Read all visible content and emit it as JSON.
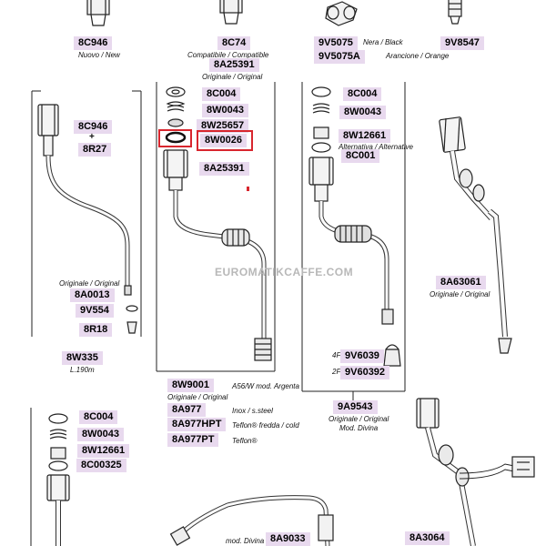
{
  "top_row": {
    "p1": {
      "code": "8C946",
      "note": "Nuovo / New"
    },
    "p2": {
      "code": "8C74",
      "note": "Compatibile / Compatible"
    },
    "p3": {
      "code": "8A25391",
      "note": "Originale / Original"
    },
    "p4": {
      "code": "9V5075",
      "note": "Nera / Black"
    },
    "p5": {
      "code": "9V5075A",
      "note": "Arancione / Orange"
    },
    "p6": {
      "code": "9V8547"
    }
  },
  "left_group": {
    "top_code": "8C946",
    "plus": "+",
    "second_code": "8R27",
    "original_note": "Originale / Original",
    "items": [
      "8A0013",
      "9V554",
      "8R18"
    ],
    "tube_code": "8W335",
    "length_note": "L.190m"
  },
  "center_group": {
    "items": [
      "8C004",
      "8W0043",
      "8W25657",
      "8W0026",
      "8A25391"
    ],
    "highlighted": "8W0026"
  },
  "center_variants": [
    {
      "code": "8W9001",
      "note": "A56/W mod. Argenta",
      "subnote": "Originale / Original"
    },
    {
      "code": "8A977",
      "note": "Inox / s.steel"
    },
    {
      "code": "8A977HPT",
      "note": "Teflon® fredda / cold"
    },
    {
      "code": "8A977PT",
      "note": "Teflon®"
    }
  ],
  "right_group": {
    "items": [
      "8C004",
      "8W0043",
      "8W12661",
      "8C001"
    ],
    "alt_note": "Alternativa / Alternative",
    "tips": [
      {
        "prefix": "4F",
        "code": "9V6039"
      },
      {
        "prefix": "2F",
        "code": "9V60392"
      }
    ],
    "tube_code": "9A9543",
    "tube_note_1": "Originale / Original",
    "tube_note_2": "Mod. Divina"
  },
  "far_right": {
    "code": "8A63061",
    "note": "Originale / Original"
  },
  "bottom_left": {
    "items": [
      "8C004",
      "8W0043",
      "8W12661",
      "8C00325"
    ]
  },
  "bottom_center": {
    "note": "mod. Divina",
    "code": "8A9033"
  },
  "bottom_right": {
    "code": "8A3064"
  },
  "watermark": "EUROMATIKCAFFE.COM",
  "colors": {
    "label_bg": "#e8d9ee",
    "highlight": "#d8262e"
  }
}
